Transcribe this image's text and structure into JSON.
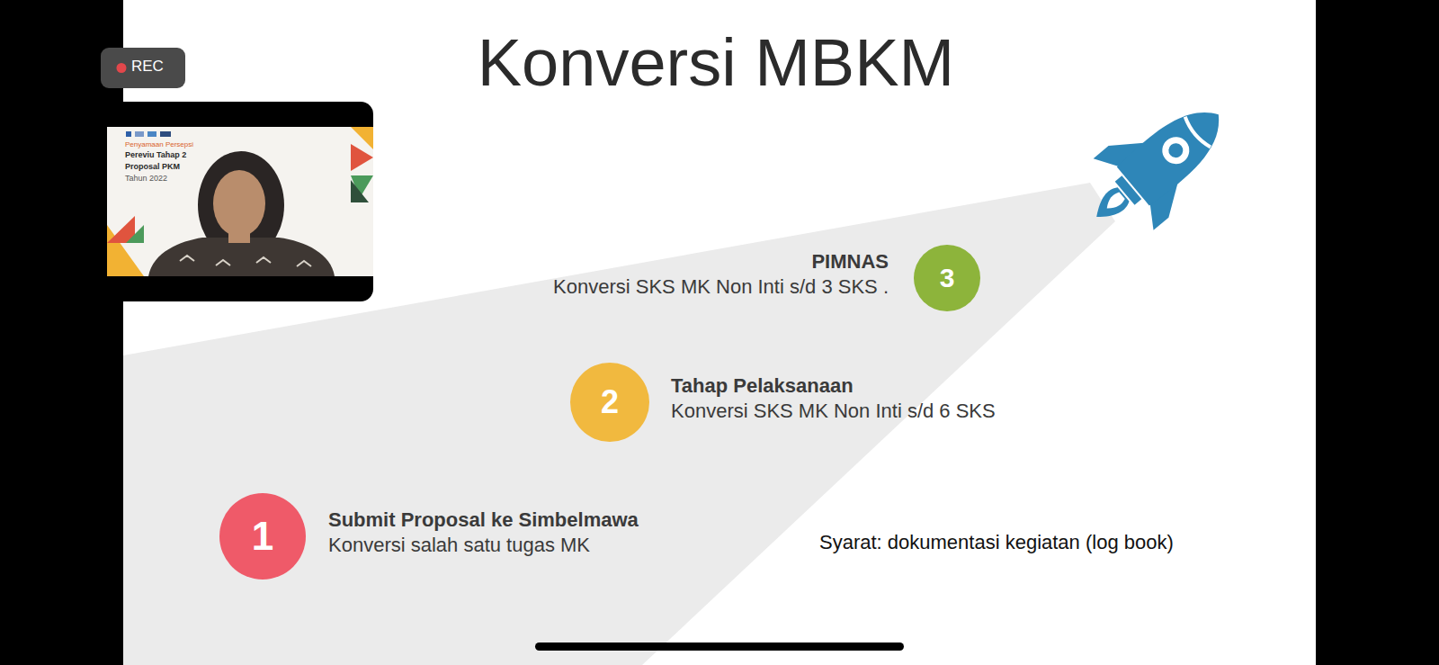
{
  "diagram": {
    "title": "Konversi MBKM",
    "nodes": [
      {
        "text": [
          "3",
          "PIMNAS",
          "Konversi SKS MK Non Inti s/d 3 SKS ."
        ]
      },
      {
        "text": [
          "2",
          "Tahap Pelaksanaan",
          "Konversi SKS MK Non Inti s/d 6 SKS"
        ]
      },
      {
        "text": [
          "1",
          "Submit Proposal ke Simbelmawa",
          "Konversi salah satu tugas MK"
        ]
      }
    ],
    "labels": [
      "REC",
      "Penyamaan Persepsi",
      "Pereviu Tahap 2",
      "Proposal PKM",
      "Tahun 2022",
      "Syarat: dokumentasi kegiatan (log book)"
    ]
  }
}
